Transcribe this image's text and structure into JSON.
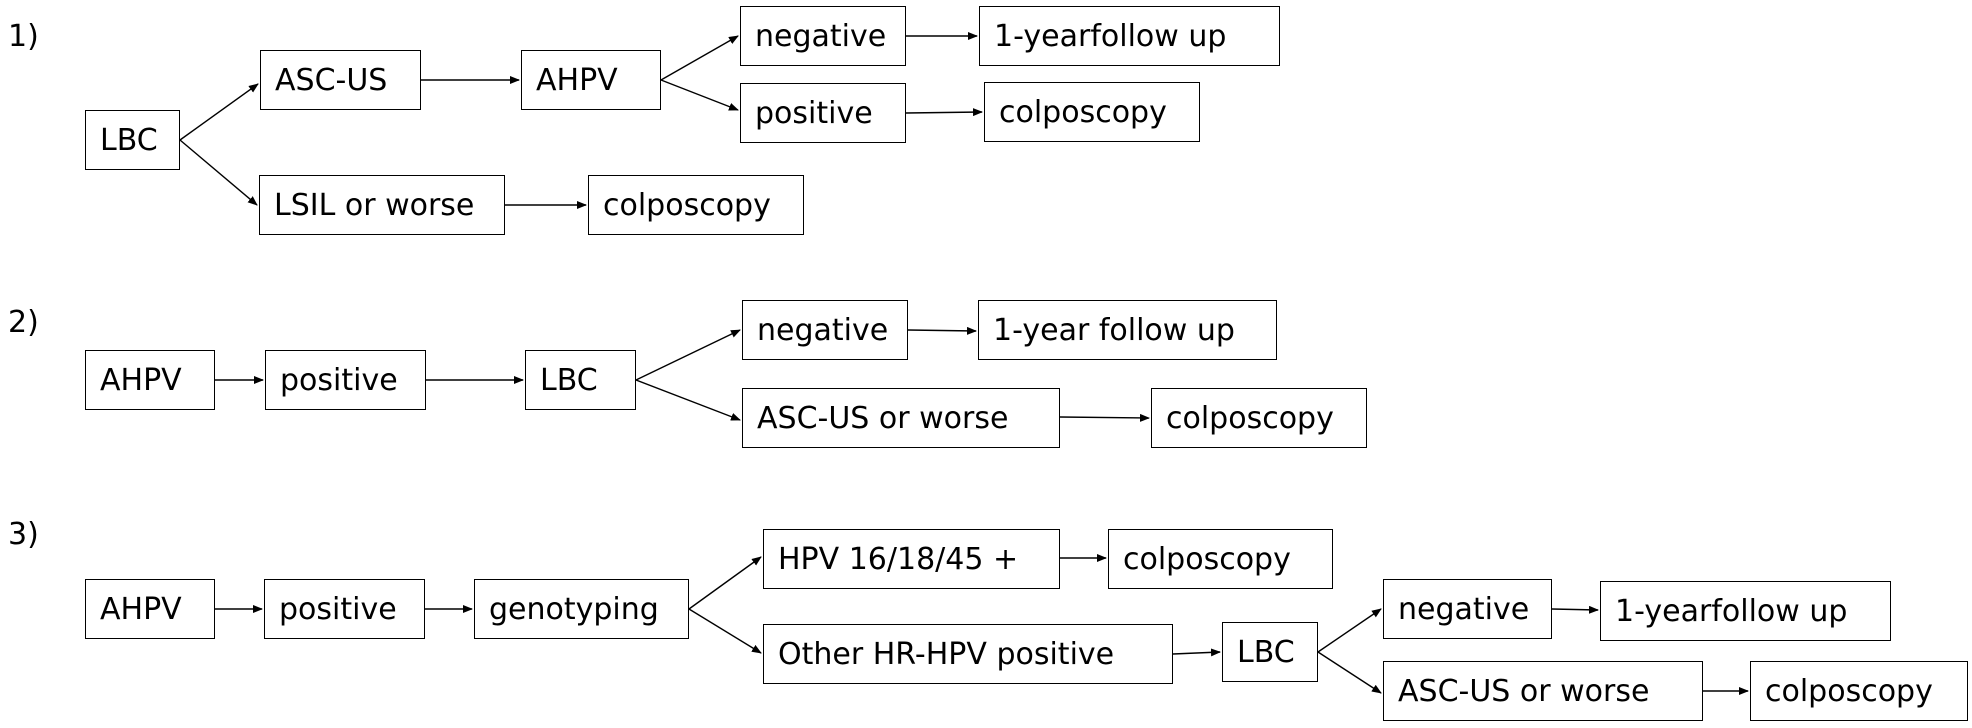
{
  "flow1": {
    "label": "1)",
    "lbc": "LBC",
    "ascus": "ASC-US",
    "ahpv": "AHPV",
    "negative": "negative",
    "followup": "1-yearfollow up",
    "positive": "positive",
    "colposcopy_a": "colposcopy",
    "lsil": "LSIL or worse",
    "colposcopy_b": "colposcopy"
  },
  "flow2": {
    "label": "2)",
    "ahpv": "AHPV",
    "positive": "positive",
    "lbc": "LBC",
    "negative": "negative",
    "followup": "1-year follow up",
    "ascus_worse": "ASC-US or worse",
    "colposcopy": "colposcopy"
  },
  "flow3": {
    "label": "3)",
    "ahpv": "AHPV",
    "positive": "positive",
    "genotyping": "genotyping",
    "hpv161845": "HPV 16/18/45 +",
    "colposcopy_a": "colposcopy",
    "other_hr": "Other HR-HPV positive",
    "lbc": "LBC",
    "negative": "negative",
    "followup": "1-yearfollow up",
    "ascus_worse": "ASC-US or worse",
    "colposcopy_b": "colposcopy"
  }
}
